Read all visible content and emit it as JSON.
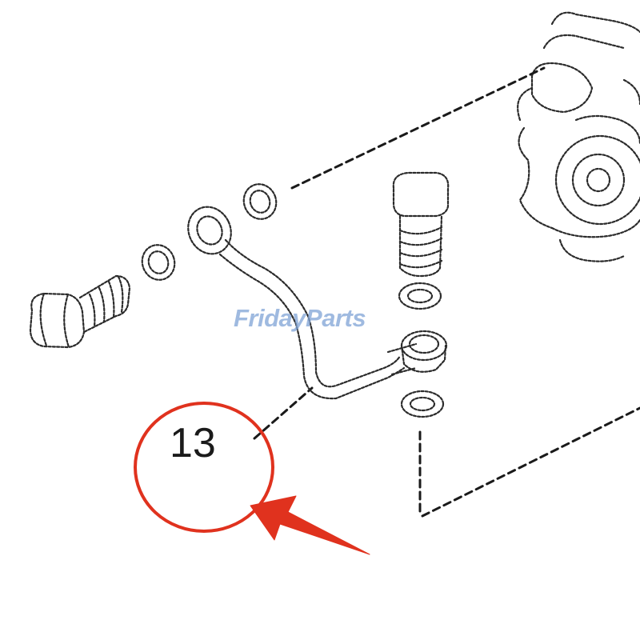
{
  "diagram": {
    "callout_number": "13",
    "watermark_text": "FridayParts"
  },
  "colors": {
    "line": "#2b2b2b",
    "highlight_circle": "#e0321e",
    "arrow": "#e0321e",
    "watermark": "#7fa3d6",
    "background": "#ffffff"
  },
  "icons": [
    "highlight-circle",
    "pointer-arrow"
  ]
}
